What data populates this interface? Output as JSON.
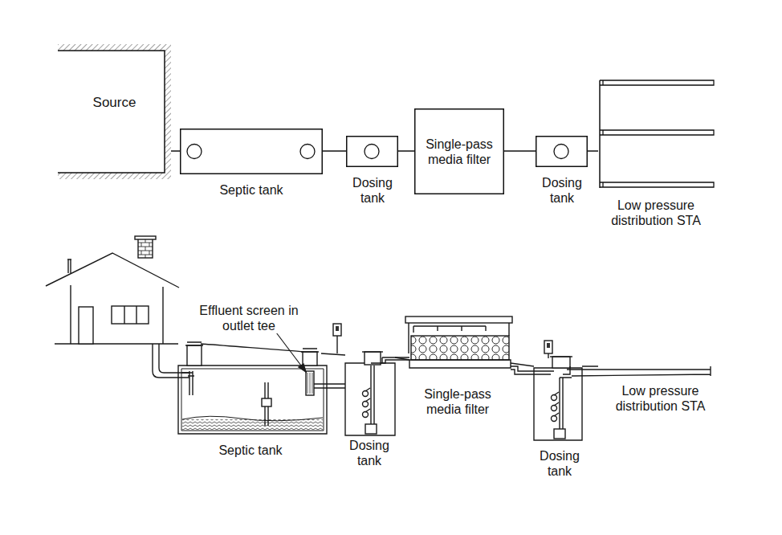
{
  "diagram": {
    "nodes": [
      {
        "text": [
          "Source"
        ]
      },
      {
        "text": [
          "Septic tank"
        ]
      },
      {
        "text": [
          "Dosing tank"
        ]
      },
      {
        "text": [
          "Single-pass media filter"
        ]
      },
      {
        "text": [
          "Dosing tank"
        ]
      },
      {
        "text": [
          "Low pressure distribution STA"
        ]
      }
    ],
    "edges": [
      {
        "from": 0,
        "to": 1,
        "arrow": "none"
      },
      {
        "from": 1,
        "to": 2,
        "arrow": "none"
      },
      {
        "from": 2,
        "to": 3,
        "arrow": "none"
      },
      {
        "from": 3,
        "to": 4,
        "arrow": "none"
      },
      {
        "from": 4,
        "to": 5,
        "arrow": "none"
      }
    ],
    "labels": [
      "Effluent screen in outlet tee",
      "Single-pass media filter",
      "Low pressure distribution STA",
      "Septic tank",
      "Dosing tank",
      "Dosing tank"
    ]
  }
}
